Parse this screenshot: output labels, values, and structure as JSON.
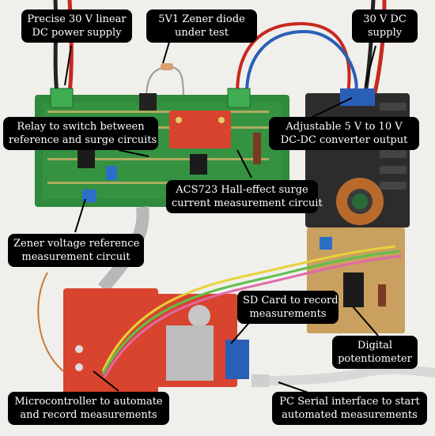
{
  "labels": {
    "dc_supply": [
      "Precise 30 V linear",
      "DC power supply"
    ],
    "zener": [
      "5V1 Zener diode",
      "under test"
    ],
    "supply_30v": [
      "30 V DC",
      "supply"
    ],
    "relay": [
      "Relay to switch between",
      "reference and surge circuits"
    ],
    "converter": [
      "Adjustable 5 V to 10 V",
      "DC-DC converter output"
    ],
    "hall": [
      "ACS723 Hall-effect surge",
      "current measurement circuit"
    ],
    "zener_ref": [
      "Zener voltage reference",
      "measurement circuit"
    ],
    "sd_card": [
      "SD Card to record",
      "measurements"
    ],
    "digipot": [
      "Digital",
      "potentiometer"
    ],
    "microcontroller": [
      "Microcontroller to automate",
      "and record measurements"
    ],
    "pc_serial": [
      "PC Serial interface to start",
      "automated measurements"
    ]
  },
  "colors": {
    "background": "#f2f2f0",
    "pcb_green": "#2f8a3c",
    "perfboard": "#c9a060",
    "red_board": "#d9442e",
    "heatsink": "#2c2c2c",
    "label_bg": "#000000",
    "label_text": "#ffffff"
  }
}
